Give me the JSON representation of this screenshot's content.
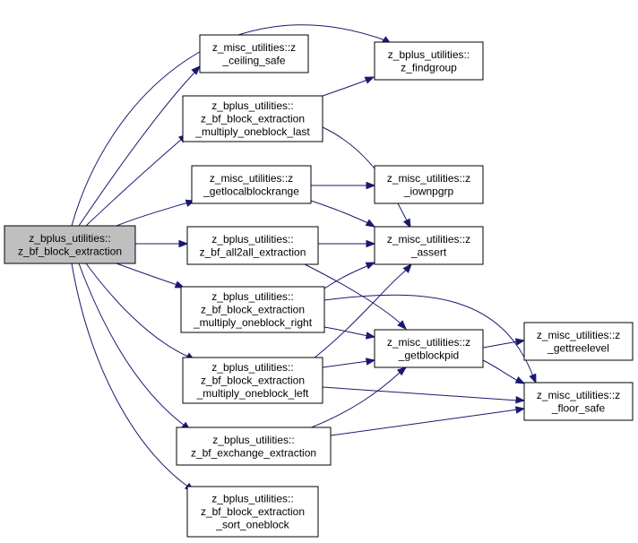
{
  "colors": {
    "edge": "#191970",
    "root_fill": "#bfbfbf",
    "node_fill": "#ffffff",
    "border": "#000000"
  },
  "nodes": {
    "root": [
      "z_bplus_utilities::",
      "z_bf_block_extraction"
    ],
    "ceiling_safe": [
      "z_misc_utilities::z",
      "_ceiling_safe"
    ],
    "findgroup": [
      "z_bplus_utilities::",
      "z_findgroup"
    ],
    "mult_last": [
      "z_bplus_utilities::",
      "z_bf_block_extraction",
      "_multiply_oneblock_last"
    ],
    "getlocal": [
      "z_misc_utilities::z",
      "_getlocalblockrange"
    ],
    "iownpgrp": [
      "z_misc_utilities::z",
      "_iownpgrp"
    ],
    "all2all": [
      "z_bplus_utilities::",
      "z_bf_all2all_extraction"
    ],
    "assert": [
      "z_misc_utilities::z",
      "_assert"
    ],
    "mult_right": [
      "z_bplus_utilities::",
      "z_bf_block_extraction",
      "_multiply_oneblock_right"
    ],
    "getblockpid": [
      "z_misc_utilities::z",
      "_getblockpid"
    ],
    "gettreelevel": [
      "z_misc_utilities::z",
      "_gettreelevel"
    ],
    "mult_left": [
      "z_bplus_utilities::",
      "z_bf_block_extraction",
      "_multiply_oneblock_left"
    ],
    "floor_safe": [
      "z_misc_utilities::z",
      "_floor_safe"
    ],
    "exchange": [
      "z_bplus_utilities::",
      "z_bf_exchange_extraction"
    ],
    "sort_oneblock": [
      "z_bplus_utilities::",
      "z_bf_block_extraction",
      "_sort_oneblock"
    ]
  }
}
